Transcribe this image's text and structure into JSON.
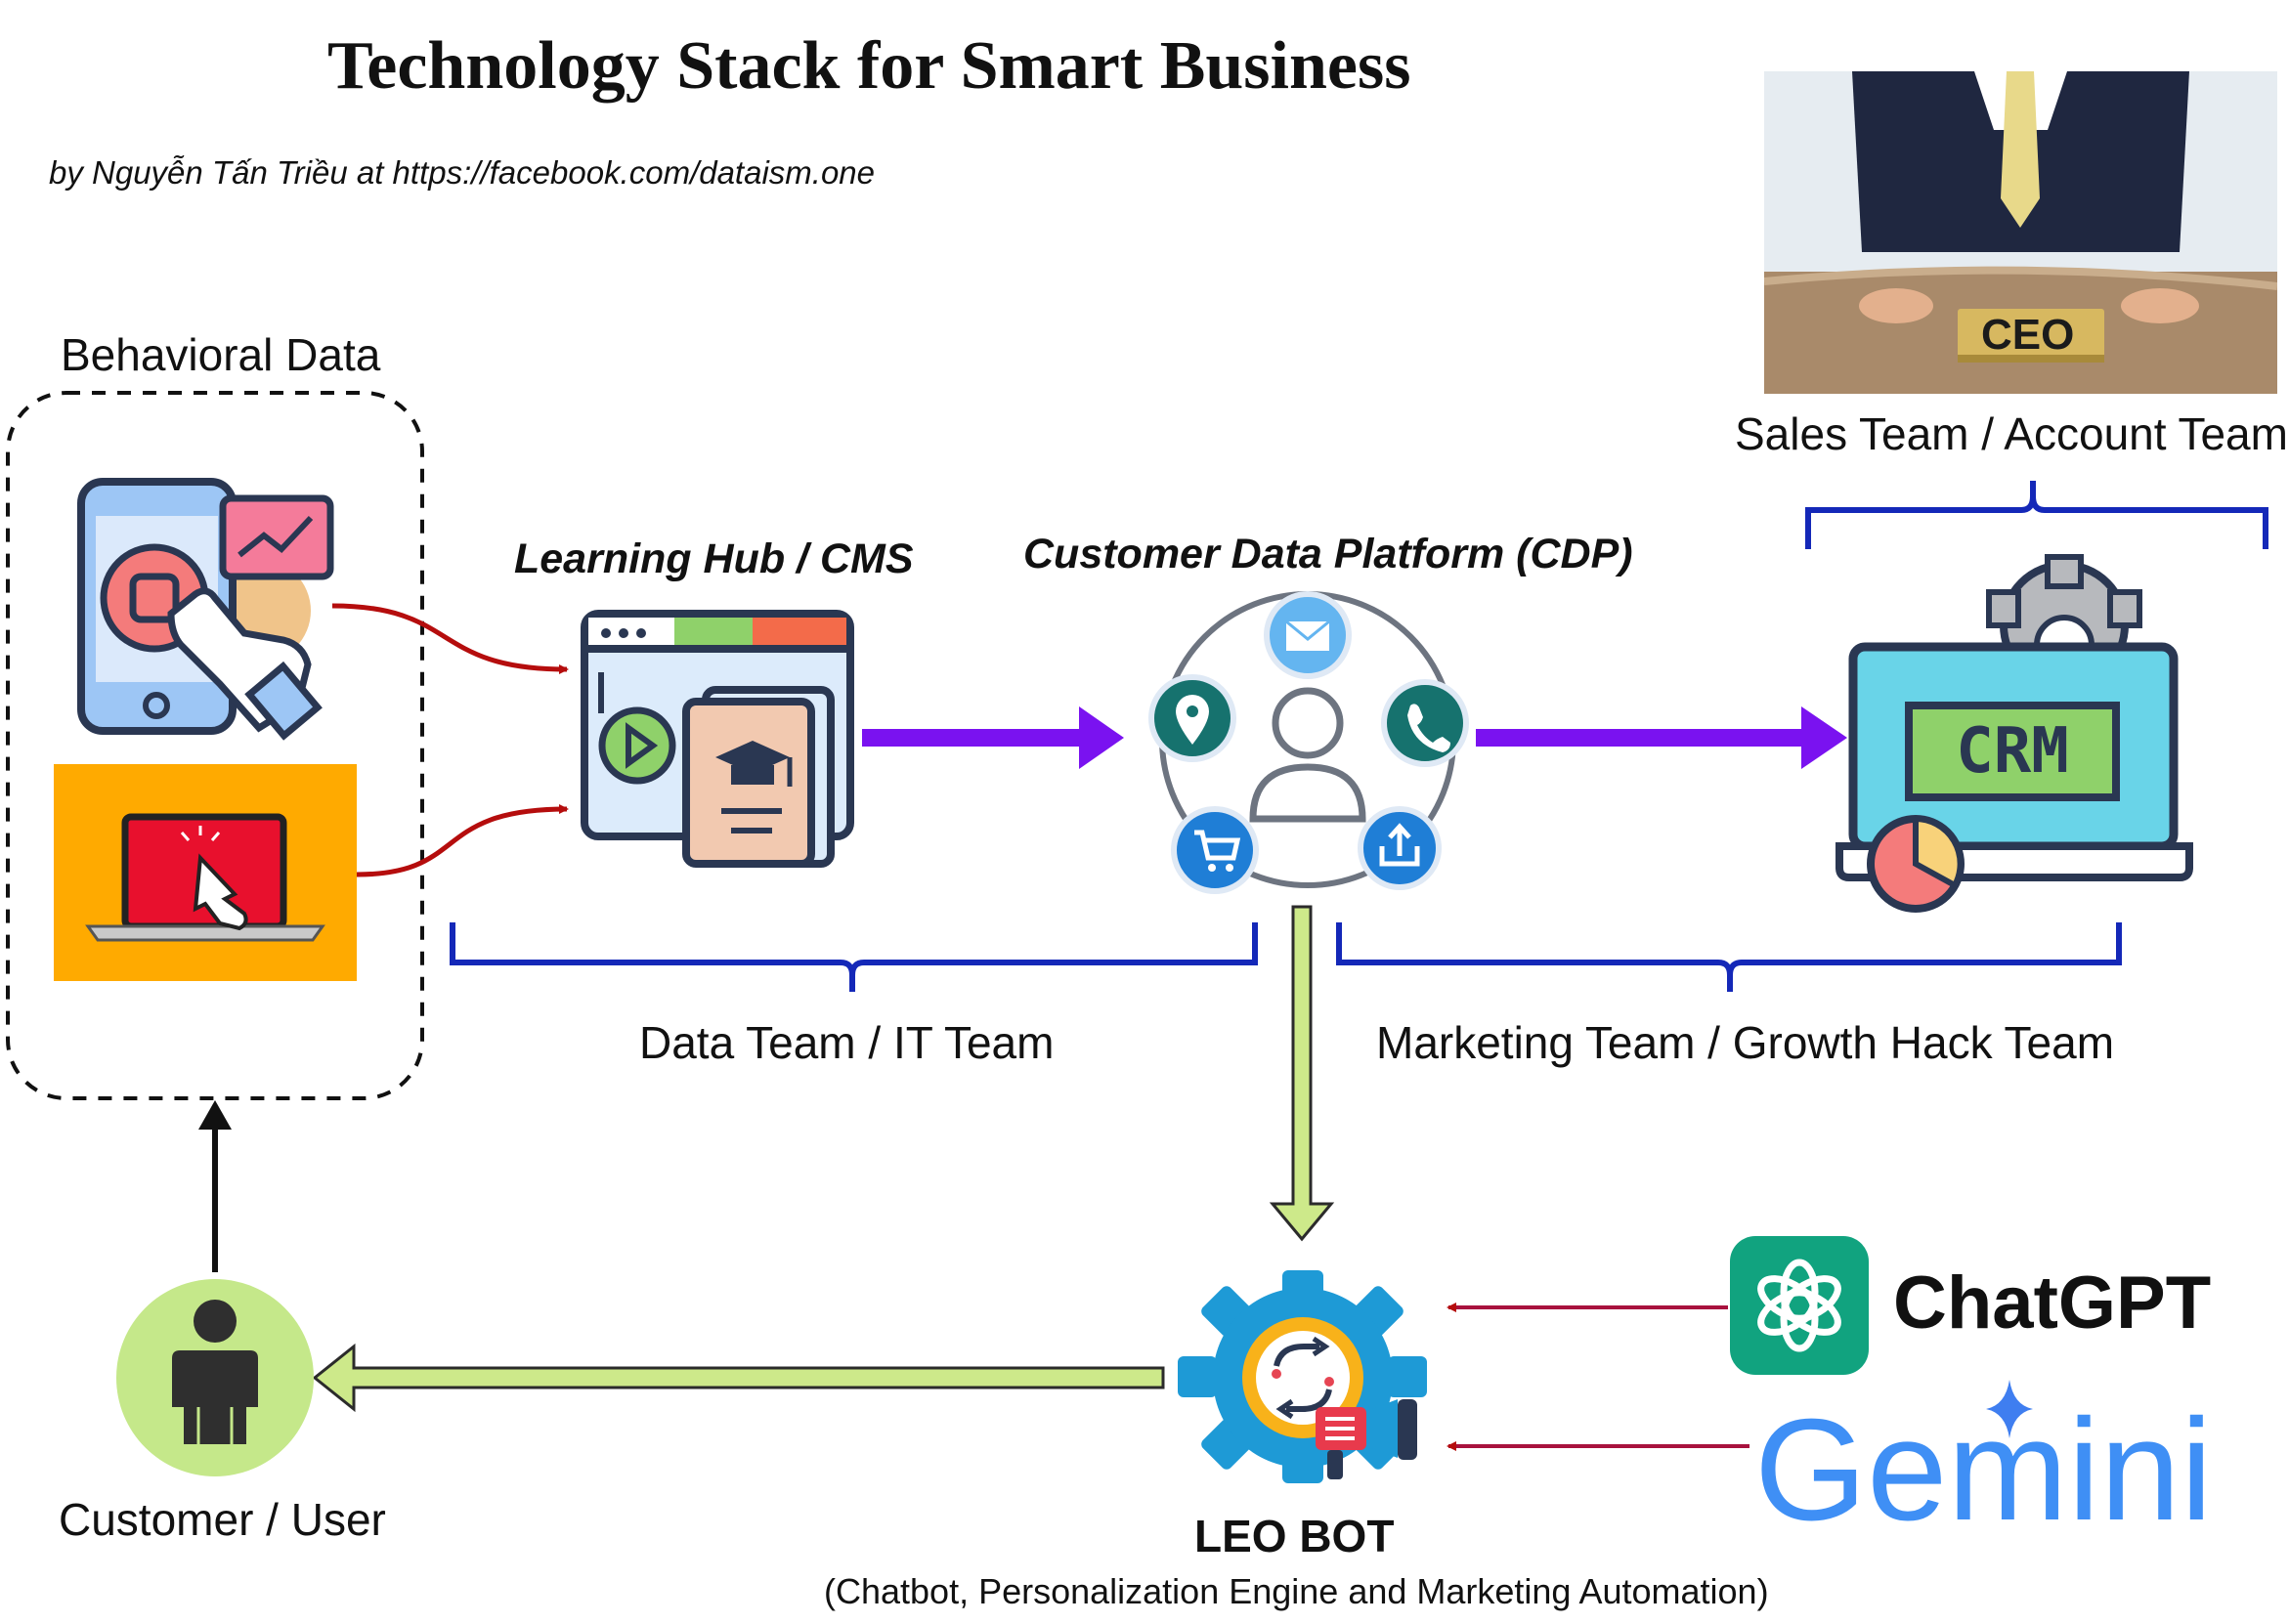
{
  "title": "Technology Stack for Smart Business",
  "byline": "by Nguyễn Tấn Triều at https://facebook.com/dataism.one",
  "behavioral": {
    "label": "Behavioral Data"
  },
  "learning_hub": {
    "label": "Learning Hub / CMS"
  },
  "cdp": {
    "label": "Customer Data Platform (CDP)"
  },
  "crm": {
    "label": "CRM"
  },
  "ceo_photo": {
    "plate": "CEO"
  },
  "teams": {
    "sales": "Sales Team / Account Team",
    "data": "Data Team / IT Team",
    "marketing": "Marketing Team / Growth Hack Team"
  },
  "leo_bot": {
    "name": "LEO BOT",
    "subtitle": "(Chatbot, Personalization Engine and Marketing Automation)"
  },
  "customer": {
    "label": "Customer / User"
  },
  "ai": {
    "chatgpt": "ChatGPT",
    "gemini": "Gemini"
  },
  "colors": {
    "purple_arrow": "#7a12f0",
    "green_arrow": "#cde98a",
    "red_arrow": "#b50d0d",
    "brace_blue": "#1428b8",
    "teal": "#16726e",
    "chatgpt_green": "#11a37f",
    "gemini_blue": "#3f8ff5",
    "laptop_bg": "#ffaa00"
  },
  "icons": [
    "tablet-touch-icon",
    "chart-icon",
    "laptop-click-icon",
    "browser-video-icon",
    "graduation-book-icon",
    "user-icon",
    "email-icon",
    "location-icon",
    "phone-icon",
    "cart-icon",
    "share-icon",
    "gear-icon",
    "crm-monitor-icon",
    "pie-chart-icon",
    "leo-bot-gear-icon",
    "megaphone-icon",
    "sync-icon",
    "openai-logo-icon",
    "gemini-sparkle-icon",
    "person-icon"
  ]
}
